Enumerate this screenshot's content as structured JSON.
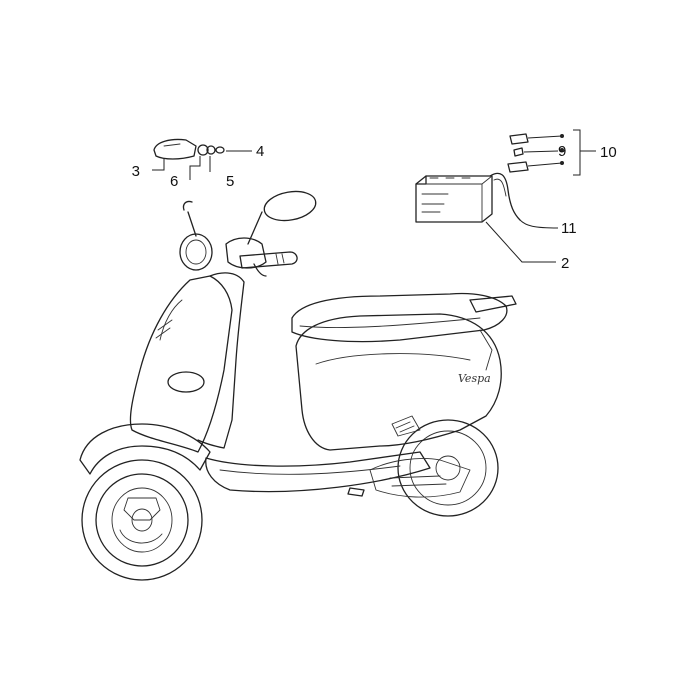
{
  "callouts": [
    {
      "id": "c3",
      "text": "3"
    },
    {
      "id": "c6",
      "text": "6"
    },
    {
      "id": "c5",
      "text": "5"
    },
    {
      "id": "c4",
      "text": "4"
    },
    {
      "id": "c9",
      "text": "9"
    },
    {
      "id": "c10",
      "text": "10"
    },
    {
      "id": "c11",
      "text": "11"
    },
    {
      "id": "c2",
      "text": "2"
    }
  ],
  "side_script": "Vespa"
}
